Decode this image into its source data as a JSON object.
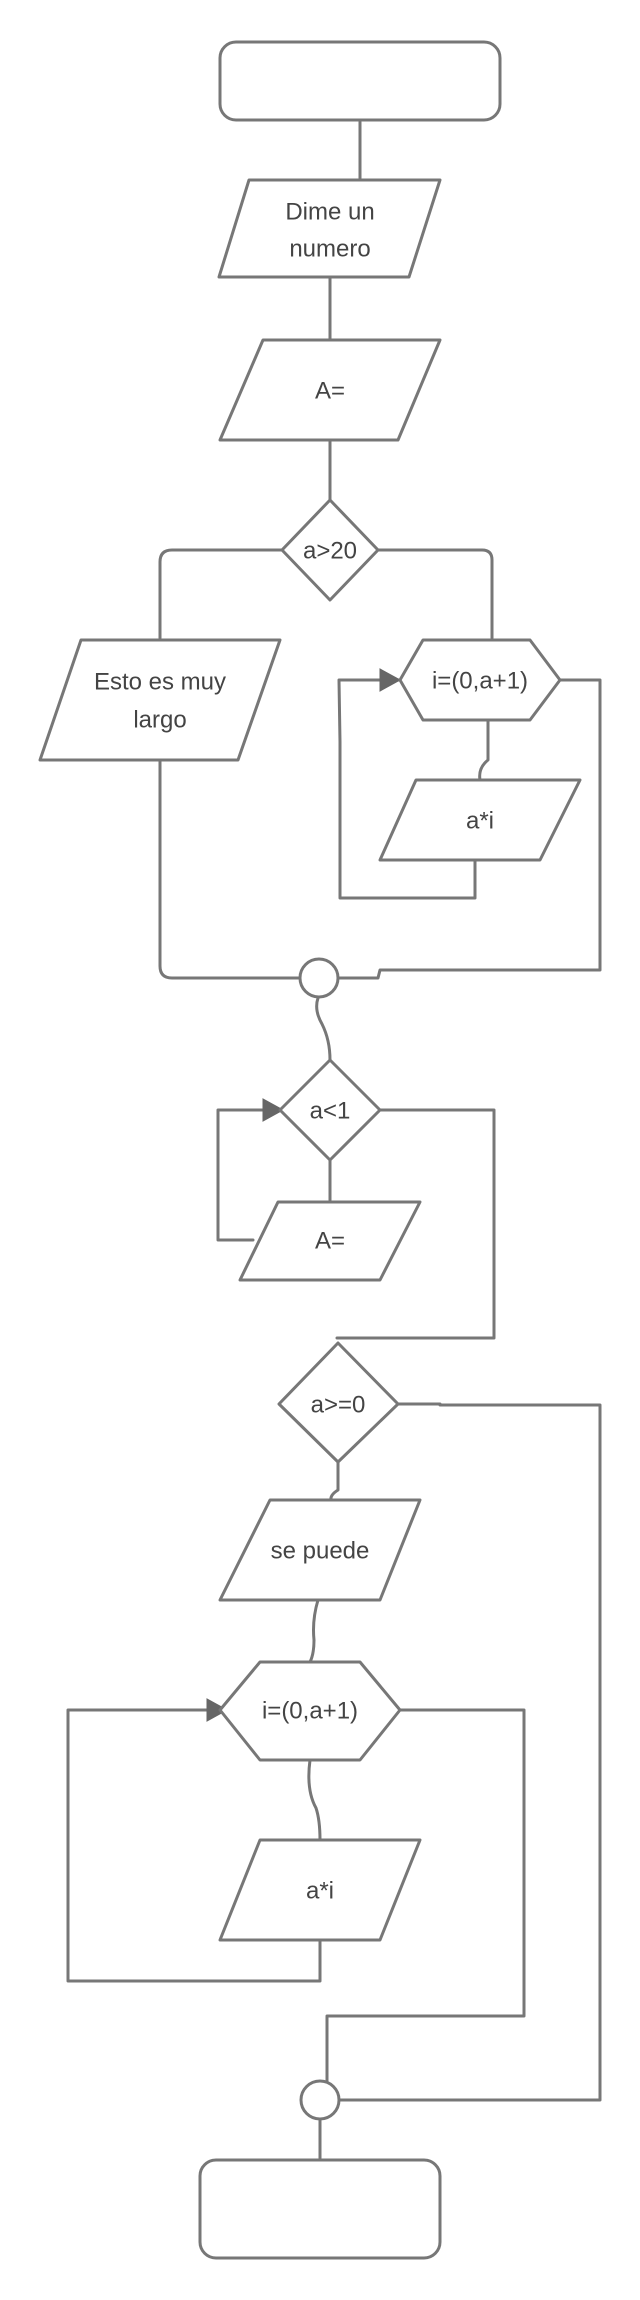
{
  "flowchart": {
    "input_prompt": {
      "line1": "Dime un",
      "line2": "numero"
    },
    "input_a": "A=",
    "decision_gt20": "a>20",
    "output_long": {
      "line1": "Esto es muy",
      "line2": "largo"
    },
    "loop1": "i=(0,a+1)",
    "loop1_body": "a*i",
    "decision_lt1": "a<1",
    "reinput_a": "A=",
    "decision_ge0": "a>=0",
    "output_can": "se puede",
    "loop2": "i=(0,a+1)",
    "loop2_body": "a*i"
  }
}
